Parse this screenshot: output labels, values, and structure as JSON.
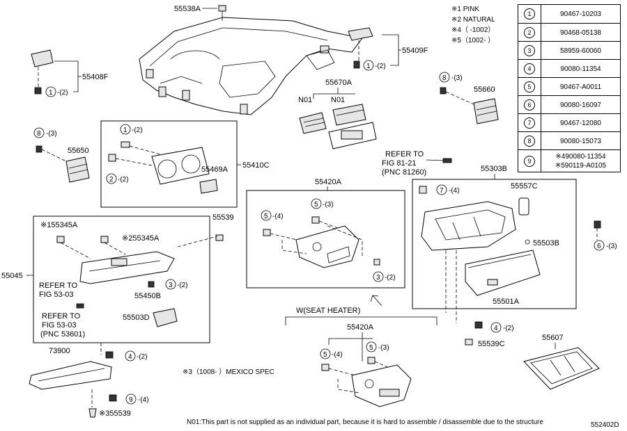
{
  "labels": {
    "p55538A": "55538A",
    "p55409F": "55409F",
    "p55408F": "55408F",
    "p55670A": "55670A",
    "n01a": "N01",
    "n01b": "N01",
    "p55660": "55660",
    "p55650": "55650",
    "p55410C": "55410C",
    "p55469A": "55469A",
    "refer_81_1": "REFER TO",
    "refer_81_2": "FIG 81-21",
    "refer_81_3": "(PNC 81260)",
    "p55303B": "55303B",
    "p55557C": "55557C",
    "p55503B": "55503B",
    "p55420A": "55420A",
    "p55539": "55539",
    "p55345A1": "※155345A",
    "p55345A2": "※255345A",
    "p55045": "55045",
    "refer_53_1": "REFER TO",
    "refer_53_2": "FIG 53-03",
    "refer_53_3": "REFER TO",
    "refer_53_4": "FIG 53-03",
    "refer_53_5": "(PNC 53601)",
    "p55450B": "55450B",
    "p55503D": "55503D",
    "p55501A": "55501A",
    "p55539C": "55539C",
    "seat_heater": "W(SEAT HEATER)",
    "p55420A_2": "55420A",
    "p73900": "73900",
    "p55539_3": "※355539",
    "p55607": "55607",
    "mexico": "※3（1008-    ）MEXICO SPEC",
    "footnote": "N01:This part is not supplied as an individual part, because it is hard to assemble / disassemble due to the structure",
    "diagram_id": "552402D"
  },
  "callouts": {
    "c1": "1",
    "c1q": "-(2)",
    "c2": "2",
    "c2q": "-(2)",
    "c3": "3",
    "c3q": "-(2)",
    "c4": "4",
    "c4q": "-(2)",
    "c5": "5",
    "c5q": "-(3)",
    "c6": "6",
    "c6q": "-(3)",
    "c7": "7",
    "c7q": "-(4)",
    "c8": "8",
    "c8q": "-(3)",
    "c9": "9",
    "c9q": "-(4)",
    "q2": "-(2)",
    "q3": "-(3)",
    "q4": "-(4)"
  },
  "notes": [
    "※1 PINK",
    "※2 NATURAL",
    "※4（    -1002）",
    "※5（1002-    ）"
  ],
  "legend": [
    {
      "num": "1",
      "part": "90467-10203"
    },
    {
      "num": "2",
      "part": "90468-05138"
    },
    {
      "num": "3",
      "part": "58959-60060"
    },
    {
      "num": "4",
      "part": "90080-11354"
    },
    {
      "num": "5",
      "part": "90467-A0011"
    },
    {
      "num": "6",
      "part": "90080-16097"
    },
    {
      "num": "7",
      "part": "90467-12080"
    },
    {
      "num": "8",
      "part": "90080-15073"
    },
    {
      "num": "9",
      "part": "※490080-11354",
      "part2": "※590119-A0105"
    }
  ]
}
